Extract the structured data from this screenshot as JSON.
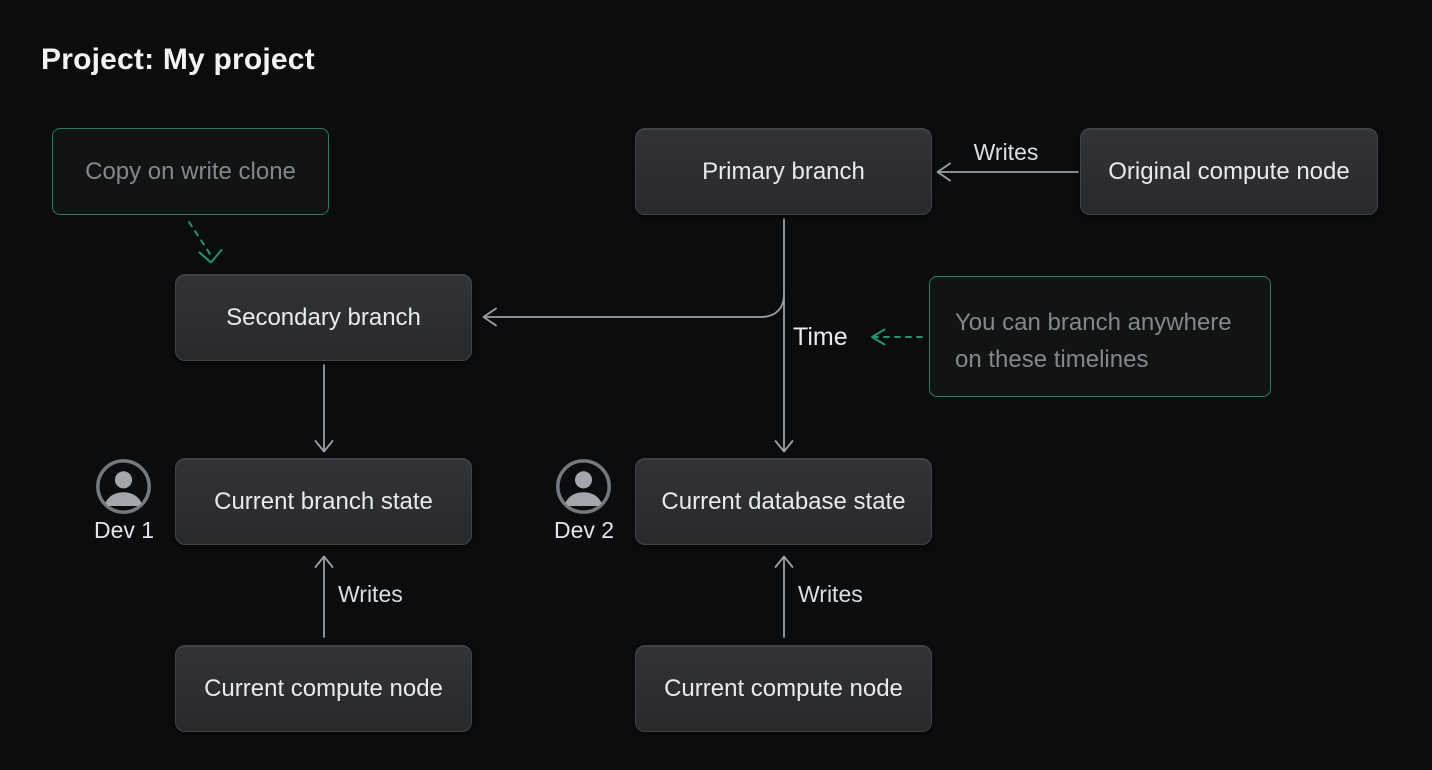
{
  "title": "Project: My project",
  "colors": {
    "background": "#0b0c0d",
    "node_fill_top": "#313337",
    "node_fill_bottom": "#27292b",
    "node_border": "#404348",
    "node_text": "#e8eaec",
    "note_border_green": "#2d7a5c",
    "note_fill": "#111413",
    "note_text": "#83888f",
    "arrow_gray": "#9aa0a8",
    "arrow_green": "#26936b",
    "edge_label_text": "#dcdfe2",
    "title_text": "#f2f3f5"
  },
  "nodes": {
    "copy_on_write_note": "Copy on write clone",
    "primary_branch": "Primary branch",
    "original_compute_node": "Original compute node",
    "secondary_branch": "Secondary branch",
    "branch_note_line1": "You can branch anywhere",
    "branch_note_line2": "on these timelines",
    "current_branch_state": "Current branch state",
    "current_database_state": "Current database state",
    "compute_node_left": "Current compute node",
    "compute_node_right": "Current compute node"
  },
  "labels": {
    "writes_top": "Writes",
    "writes_left": "Writes",
    "writes_right": "Writes",
    "time": "Time",
    "dev1": "Dev 1",
    "dev2": "Dev 2"
  },
  "edges": [
    {
      "from": "original-compute-node",
      "to": "primary-branch",
      "label": "Writes",
      "style": "solid-gray"
    },
    {
      "from": "primary-branch",
      "to": "current-database-state",
      "label": "",
      "style": "solid-gray"
    },
    {
      "from": "primary-branch",
      "to": "secondary-branch",
      "label": "",
      "style": "solid-gray"
    },
    {
      "from": "secondary-branch",
      "to": "current-branch-state",
      "label": "",
      "style": "solid-gray"
    },
    {
      "from": "compute-node-left",
      "to": "current-branch-state",
      "label": "Writes",
      "style": "solid-gray"
    },
    {
      "from": "compute-node-right",
      "to": "current-database-state",
      "label": "Writes",
      "style": "solid-gray"
    },
    {
      "from": "copy-on-write-note",
      "to": "secondary-branch",
      "label": "",
      "style": "dashed-green"
    },
    {
      "from": "branch-anywhere-note",
      "to": "time-label",
      "label": "",
      "style": "dashed-green"
    }
  ]
}
